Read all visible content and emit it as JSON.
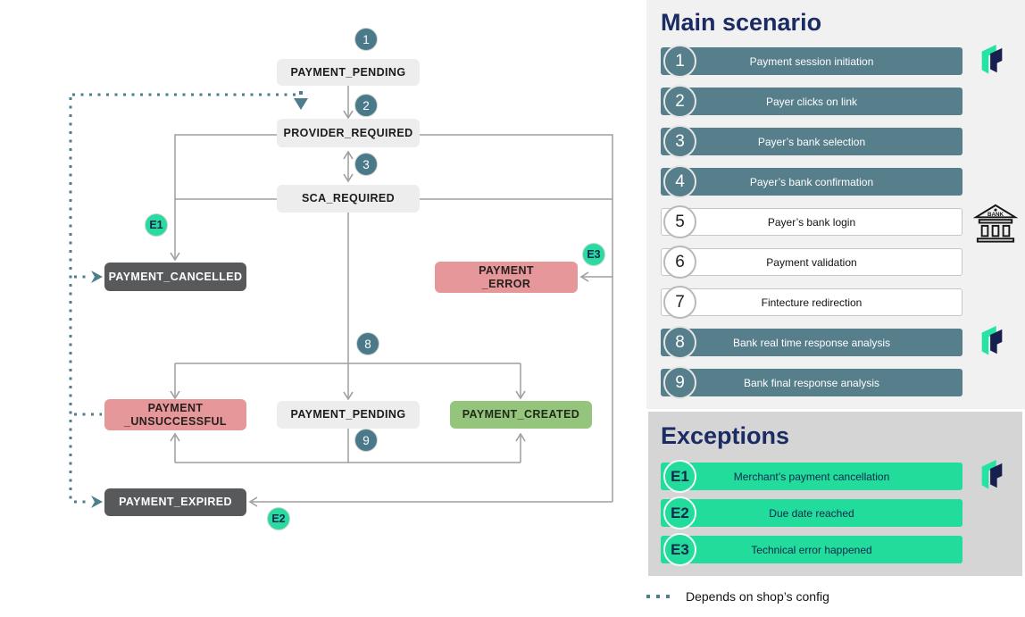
{
  "diagram": {
    "nodes": {
      "payment_pending_top": "PAYMENT_PENDING",
      "provider_required": "PROVIDER_REQUIRED",
      "sca_required": "SCA_REQUIRED",
      "payment_cancelled": "PAYMENT_CANCELLED",
      "payment_error_line1": "PAYMENT",
      "payment_error_line2": "_ERROR",
      "payment_unsuccessful_line1": "PAYMENT",
      "payment_unsuccessful_line2": "_UNSUCCESSFUL",
      "payment_pending_bottom": "PAYMENT_PENDING",
      "payment_created": "PAYMENT_CREATED",
      "payment_expired": "PAYMENT_EXPIRED"
    },
    "markers": {
      "m1": "1",
      "m2": "2",
      "m3": "3",
      "m8": "8",
      "m9": "9",
      "e1": "E1",
      "e2": "E2",
      "e3": "E3"
    }
  },
  "main_scenario": {
    "title": "Main scenario",
    "steps": [
      {
        "num": "1",
        "label": "Payment session initiation",
        "variant": "teal",
        "icon": "fintecture-logo"
      },
      {
        "num": "2",
        "label": "Payer clicks on link",
        "variant": "teal"
      },
      {
        "num": "3",
        "label": "Payer’s bank selection",
        "variant": "teal"
      },
      {
        "num": "4",
        "label": "Payer’s bank confirmation",
        "variant": "teal"
      },
      {
        "num": "5",
        "label": "Payer’s bank login",
        "variant": "white",
        "icon": "bank-icon"
      },
      {
        "num": "6",
        "label": "Payment validation",
        "variant": "white"
      },
      {
        "num": "7",
        "label": "Fintecture redirection",
        "variant": "white"
      },
      {
        "num": "8",
        "label": "Bank real time response analysis",
        "variant": "teal",
        "icon": "fintecture-logo"
      },
      {
        "num": "9",
        "label": "Bank final response analysis",
        "variant": "teal"
      }
    ]
  },
  "exceptions": {
    "title": "Exceptions",
    "items": [
      {
        "num": "E1",
        "label": "Merchant’s payment cancellation",
        "icon": "fintecture-logo"
      },
      {
        "num": "E2",
        "label": "Due date reached"
      },
      {
        "num": "E3",
        "label": "Technical error happened"
      }
    ]
  },
  "legend": {
    "label": "Depends on shop’s config"
  },
  "colors": {
    "teal_bar": "#567e8b",
    "step_circle": "#4a7a89",
    "exception_green": "#21dc9b",
    "title_navy": "#1b2b63",
    "panel_gray": "#f1f1f2",
    "exceptions_gray": "#d5d5d6",
    "box_light": "#ededee",
    "box_dark": "#58595b",
    "box_pink": "#e69799",
    "box_green": "#95c47d",
    "wire_gray": "#9e9e9e",
    "dotted_teal": "#4e7d8d",
    "logo_green": "#25e3a2",
    "logo_navy": "#171f4e"
  }
}
